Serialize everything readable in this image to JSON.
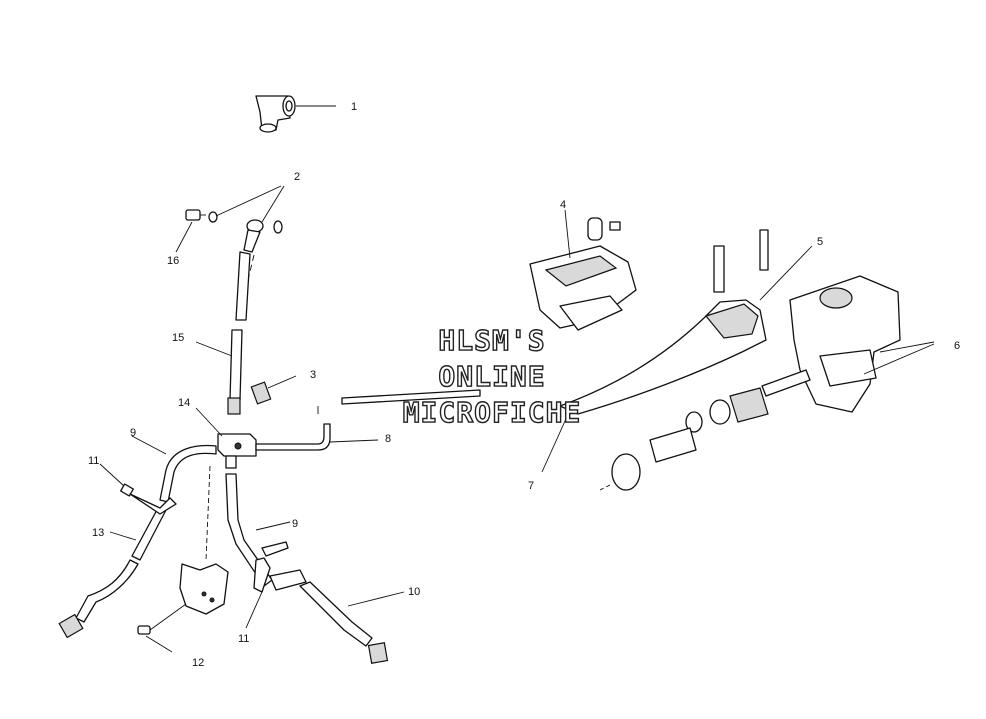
{
  "diagram": {
    "callouts": [
      {
        "id": "c1",
        "label": "1"
      },
      {
        "id": "c2",
        "label": "2"
      },
      {
        "id": "c3",
        "label": "3"
      },
      {
        "id": "c4",
        "label": "4"
      },
      {
        "id": "c5",
        "label": "5"
      },
      {
        "id": "c6",
        "label": "6"
      },
      {
        "id": "c7",
        "label": "7"
      },
      {
        "id": "c8",
        "label": "8"
      },
      {
        "id": "c9a",
        "label": "9"
      },
      {
        "id": "c9b",
        "label": "9"
      },
      {
        "id": "c10",
        "label": "10"
      },
      {
        "id": "c11a",
        "label": "11"
      },
      {
        "id": "c11b",
        "label": "11"
      },
      {
        "id": "c12",
        "label": "12"
      },
      {
        "id": "c13",
        "label": "13"
      },
      {
        "id": "c14",
        "label": "14"
      },
      {
        "id": "c15",
        "label": "15"
      },
      {
        "id": "c16",
        "label": "16"
      }
    ]
  },
  "watermark": {
    "line1": "HLSM'S",
    "line2": "ONLINE",
    "line3": "MICROFICHE"
  }
}
